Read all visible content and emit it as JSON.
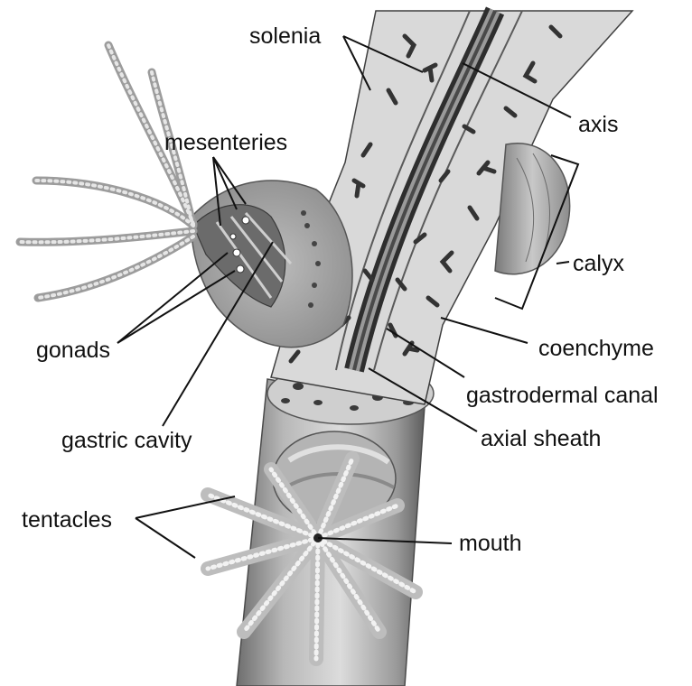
{
  "labels": {
    "solenia": "solenia",
    "axis": "axis",
    "mesenteries": "mesenteries",
    "calyx": "calyx",
    "gonads": "gonads",
    "coenchyme": "coenchyme",
    "gastrodermal_canal": "gastrodermal canal",
    "axial_sheath": "axial sheath",
    "gastric_cavity": "gastric cavity",
    "tentacles": "tentacles",
    "mouth": "mouth"
  },
  "colors": {
    "stem_light": "#d8d8d8",
    "stem_dark": "#8a8a8a",
    "solenia": "#3a3a3a",
    "axis_dark": "#2e2e2e",
    "axis_mid": "#7a7a7a",
    "tissue": "#c9c9c9",
    "label": "#111111"
  }
}
